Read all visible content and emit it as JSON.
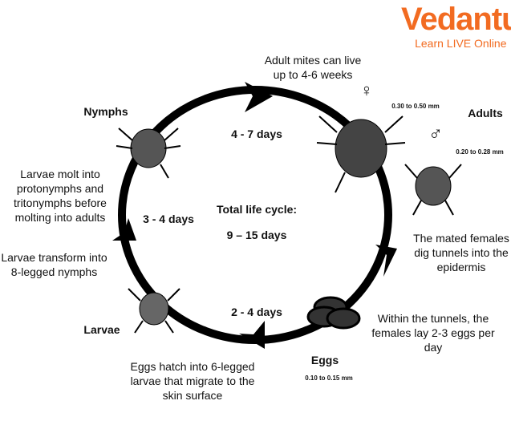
{
  "logo": {
    "name": "Vedantu",
    "tagline": "Learn LIVE Online",
    "color": "#f26b21"
  },
  "stages": {
    "nymphs": "Nymphs",
    "adults": "Adults",
    "eggs": "Eggs",
    "larvae": "Larvae"
  },
  "durations": {
    "top": "4 - 7 days",
    "left": "3 - 4 days",
    "bottom": "2 - 4 days"
  },
  "center": {
    "title": "Total life cycle:",
    "value": "9 – 15 days"
  },
  "notes": {
    "adult_life": "Adult mites can live up to 4-6 weeks",
    "female_size": "0.30 to 0.50 mm",
    "male_size": "0.20 to 0.28 mm",
    "female_symbol": "♀",
    "male_symbol": "♂",
    "dig": "The mated females dig tunnels into the epidermis",
    "lay": "Within the tunnels, the females lay 2-3 eggs per day",
    "egg_size": "0.10 to 0.15 mm",
    "hatch": "Eggs hatch into 6-legged larvae that migrate to the skin surface",
    "transform": "Larvae transform into 8-legged nymphs",
    "molt": "Larvae molt into protonymphs and tritonymphs before molting into adults"
  }
}
